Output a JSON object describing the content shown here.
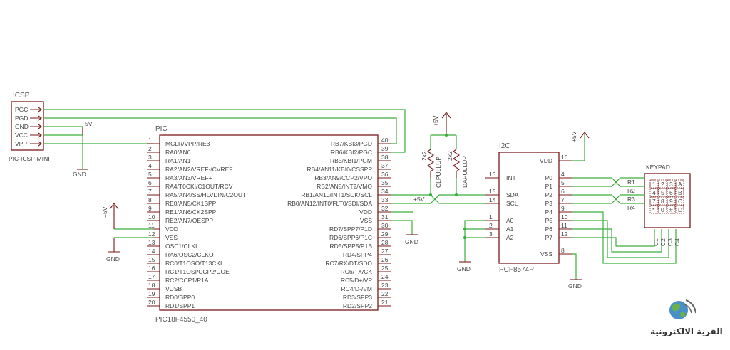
{
  "icsp": {
    "title": "ICSP",
    "part": "PIC-ICSP-MINI",
    "pins": [
      "PGC",
      "PGD",
      "GND",
      "VCC",
      "VPP"
    ]
  },
  "pic": {
    "title": "PIC",
    "part": "PIC18F4550_40",
    "left_pins": [
      {
        "num": "1",
        "name": "MCLR/VPP/RE3"
      },
      {
        "num": "2",
        "name": "RA0/AN0"
      },
      {
        "num": "3",
        "name": "RA1/AN1"
      },
      {
        "num": "4",
        "name": "RA2/AN2/VREF-/CVREF"
      },
      {
        "num": "5",
        "name": "RA3/AN3/VREF+"
      },
      {
        "num": "6",
        "name": "RA4/T0CKI/C1OUT/RCV"
      },
      {
        "num": "7",
        "name": "RA5/AN4/SS/HLVDIN/C2OUT"
      },
      {
        "num": "8",
        "name": "RE0/AN5/CK1SPP"
      },
      {
        "num": "9",
        "name": "RE1/AN6/CK2SPP"
      },
      {
        "num": "10",
        "name": "RE2/AN7/OESPP"
      },
      {
        "num": "11",
        "name": "VDD"
      },
      {
        "num": "12",
        "name": "VSS"
      },
      {
        "num": "13",
        "name": "OSC1/CLKI"
      },
      {
        "num": "14",
        "name": "RA6/OSC2/CLKO"
      },
      {
        "num": "15",
        "name": "RC0/T1OSO/T13CKI"
      },
      {
        "num": "16",
        "name": "RC1/T1OSI/CCP2/UOE"
      },
      {
        "num": "17",
        "name": "RC2/CCP1/P1A"
      },
      {
        "num": "18",
        "name": "VUSB"
      },
      {
        "num": "19",
        "name": "RD0/SPP0"
      },
      {
        "num": "20",
        "name": "RD1/SPP1"
      }
    ],
    "right_pins": [
      {
        "num": "40",
        "name": "RB7/KBI3/PGD"
      },
      {
        "num": "39",
        "name": "RB6/KBI2/PGC"
      },
      {
        "num": "38",
        "name": "RB5/KBI1/PGM"
      },
      {
        "num": "37",
        "name": "RB4/AN11/KBI0/CSSPP"
      },
      {
        "num": "36",
        "name": "RB3/AN9/CCP2/VPO"
      },
      {
        "num": "35",
        "name": "RB2/AN8/INT2/VMO"
      },
      {
        "num": "34",
        "name": "RB1/AN10/INT1/SCK/SCL"
      },
      {
        "num": "33",
        "name": "RB0/AN12/INT0/FLT0/SDI/SDA"
      },
      {
        "num": "32",
        "name": "VDD"
      },
      {
        "num": "31",
        "name": "VSS"
      },
      {
        "num": "30",
        "name": "RD7/SPP7/P1D"
      },
      {
        "num": "29",
        "name": "RD6/SPP6/P1C"
      },
      {
        "num": "28",
        "name": "RD5/SPP5/P1B"
      },
      {
        "num": "27",
        "name": "RD4/SPP4"
      },
      {
        "num": "26",
        "name": "RC7/RX/DT/SDO"
      },
      {
        "num": "25",
        "name": "RC6/TX/CK"
      },
      {
        "num": "24",
        "name": "RC5/D+/VP"
      },
      {
        "num": "23",
        "name": "RC4/D-/VM"
      },
      {
        "num": "22",
        "name": "RD3/SPP3"
      },
      {
        "num": "21",
        "name": "RD2/SPP2"
      }
    ]
  },
  "i2c": {
    "title": "I2C",
    "part": "PCF8574P",
    "left_pins": [
      {
        "num": "13",
        "name": "INT"
      },
      {
        "num": "15",
        "name": "SDA"
      },
      {
        "num": "14",
        "name": "SCL"
      },
      {
        "num": "1",
        "name": "A0"
      },
      {
        "num": "2",
        "name": "A1"
      },
      {
        "num": "3",
        "name": "A2"
      }
    ],
    "right_pins": [
      {
        "num": "16",
        "name": "VDD"
      },
      {
        "num": "4",
        "name": "P0"
      },
      {
        "num": "5",
        "name": "P1"
      },
      {
        "num": "6",
        "name": "P2"
      },
      {
        "num": "7",
        "name": "P3"
      },
      {
        "num": "9",
        "name": "P4"
      },
      {
        "num": "10",
        "name": "P5"
      },
      {
        "num": "11",
        "name": "P6"
      },
      {
        "num": "12",
        "name": "P7"
      },
      {
        "num": "8",
        "name": "VSS"
      }
    ]
  },
  "resistors": [
    {
      "value": "2k2",
      "name": "CLPULLUP"
    },
    {
      "value": "2k2",
      "name": "DAPULLUP"
    }
  ],
  "keypad": {
    "title": "KEYPAD",
    "rows": [
      "R1",
      "R2",
      "R3",
      "R4"
    ],
    "cols": [
      "C1",
      "C2",
      "C3",
      "C4"
    ],
    "keys": [
      "1",
      "2",
      "3",
      "A",
      "4",
      "5",
      "6",
      "B",
      "7",
      "8",
      "9",
      "C",
      "*",
      "0",
      "#",
      "D"
    ]
  },
  "supply": {
    "vcc": "+5V",
    "gnd": "GND"
  },
  "watermark": {
    "text": "القرية الالكترونية",
    "logo": "globe-logo"
  }
}
